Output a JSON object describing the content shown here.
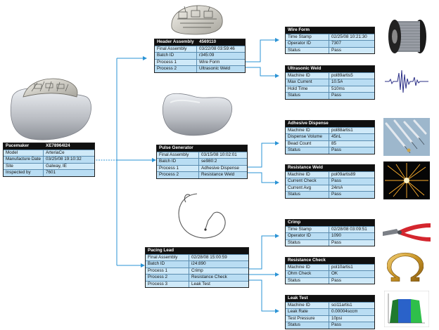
{
  "colors": {
    "connector": "#2a93d5",
    "table_header": "#101010",
    "table_row": "#cfe9f8",
    "table_row_alt": "#b9ddf3"
  },
  "tables": {
    "pacemaker": {
      "header": [
        "Pacemaker",
        "XE78964I24"
      ],
      "rows": [
        [
          "Model",
          "ArteriaCe"
        ],
        [
          "Manufacture Date",
          "03/25/08 19:10:32"
        ],
        [
          "Site",
          "Galway, IE"
        ],
        [
          "Inspected by",
          "7601"
        ]
      ]
    },
    "header_assembly": {
      "header": [
        "Header Assembly",
        "4569110"
      ],
      "rows": [
        [
          "Final Assembly",
          "03/22/08 03:59:46"
        ],
        [
          "Batch ID",
          "r345:09"
        ],
        [
          "Process 1",
          "Wire Form"
        ],
        [
          "Process 2",
          "Ultrasonic Weld"
        ]
      ]
    },
    "pulse_generator": {
      "header": [
        "Pulse Generator",
        ""
      ],
      "rows": [
        [
          "Final Assembly",
          "03/15/08 10:02:01"
        ],
        [
          "Batch ID",
          "se980:2"
        ],
        [
          "Process 1",
          "Adhesive Dispense"
        ],
        [
          "Process 2",
          "Resistance Weld"
        ]
      ]
    },
    "pacing_lead": {
      "header": [
        "Pacing Lead",
        ""
      ],
      "rows": [
        [
          "Final Assembly",
          "02/28/08 15:00:59"
        ],
        [
          "Batch ID",
          "i24:890"
        ],
        [
          "Process 1",
          "Crimp"
        ],
        [
          "Process 2",
          "Resistance Check"
        ],
        [
          "Process 3",
          "Leak Test"
        ]
      ]
    },
    "wire_form": {
      "header": [
        "Wire Form",
        ""
      ],
      "rows": [
        [
          "Time Stamp",
          "02/25/08 10:21:30"
        ],
        [
          "Operator ID",
          "7307"
        ],
        [
          "Status",
          "Pass"
        ]
      ]
    },
    "ultrasonic_weld": {
      "header": [
        "Ultrasonic Weld",
        ""
      ],
      "rows": [
        [
          "Machine ID",
          "pol89artis5"
        ],
        [
          "Max Current",
          "10.5A"
        ],
        [
          "Hold Time",
          "510ms"
        ],
        [
          "Status",
          "Pass"
        ]
      ]
    },
    "adhesive_dispense": {
      "header": [
        "Adhesive Dispense",
        ""
      ],
      "rows": [
        [
          "Machine ID",
          "pol88artis1"
        ],
        [
          "Dispense Volume",
          "45nL"
        ],
        [
          "Bead Count",
          "85"
        ],
        [
          "Status",
          "Pass"
        ]
      ]
    },
    "resistance_weld": {
      "header": [
        "Resistance Weld",
        ""
      ],
      "rows": [
        [
          "Machine ID",
          "pol09artis89"
        ],
        [
          "Current Check",
          "Pass"
        ],
        [
          "Current Avg",
          "24mA"
        ],
        [
          "Status",
          "Pass"
        ]
      ]
    },
    "crimp": {
      "header": [
        "Crimp",
        ""
      ],
      "rows": [
        [
          "Time Stamp",
          "02/28/08 03:09:51"
        ],
        [
          "Operator ID",
          "1090"
        ],
        [
          "Status",
          "Pass"
        ]
      ]
    },
    "resistance_check": {
      "header": [
        "Resistance Check",
        ""
      ],
      "rows": [
        [
          "Machine ID",
          "pol10artis1"
        ],
        [
          "Ohm Check",
          "OK"
        ],
        [
          "Status",
          "Pass"
        ]
      ]
    },
    "leak_test": {
      "header": [
        "Leak Test",
        ""
      ],
      "rows": [
        [
          "Machine ID",
          "sci11artis1"
        ],
        [
          "Leak Rate",
          "0.00004sccm"
        ],
        [
          "Test Pressure",
          "10psi"
        ],
        [
          "Status",
          "Pass"
        ]
      ]
    }
  },
  "pictures": [
    {
      "name": "pacemaker-device-image",
      "icon": "pacemaker-photo"
    },
    {
      "name": "header-assembly-image",
      "icon": "pacemaker-header-photo"
    },
    {
      "name": "pulse-generator-image",
      "icon": "pulse-generator-can-photo"
    },
    {
      "name": "pacing-lead-image",
      "icon": "coiled-lead-wire-photo"
    },
    {
      "name": "wire-spool-image",
      "icon": "wire-spool-photo"
    },
    {
      "name": "ultrasonic-waveform-image",
      "icon": "waveform-photo"
    },
    {
      "name": "syringe-needles-image",
      "icon": "dispense-needles-photo"
    },
    {
      "name": "weld-spark-image",
      "icon": "sparks-photo"
    },
    {
      "name": "crimp-tool-image",
      "icon": "crimping-pliers-photo"
    },
    {
      "name": "omega-resistance-image",
      "icon": "omega-symbol-photo"
    },
    {
      "name": "leak-test-chart-image",
      "icon": "leak-test-graph-photo"
    }
  ]
}
